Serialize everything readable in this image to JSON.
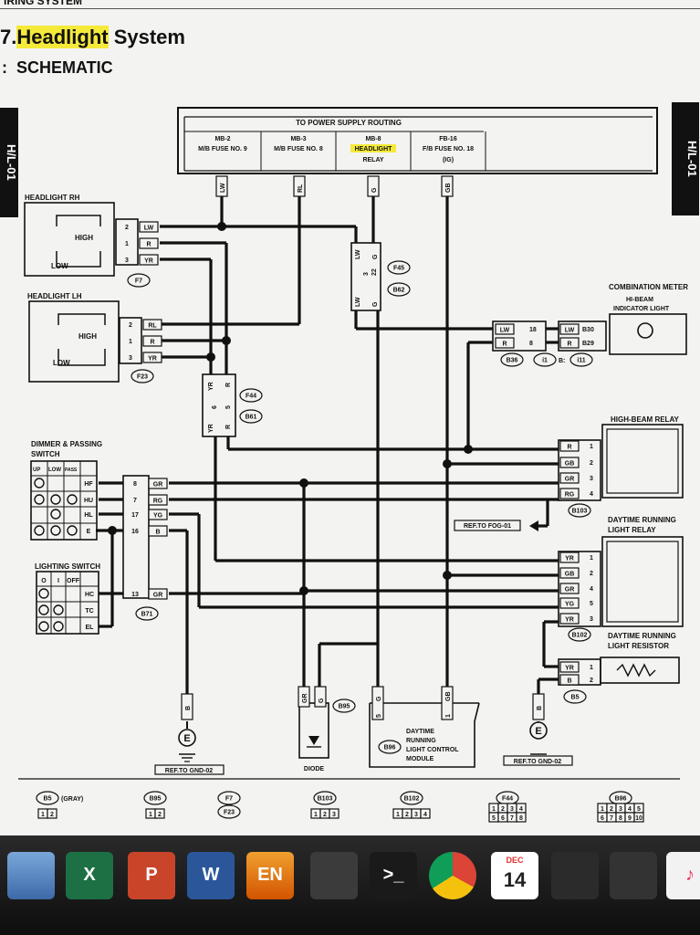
{
  "page": {
    "header_fragment": "IRING SYSTEM",
    "section_number": "7.",
    "title_highlight": "Headlight",
    "title_rest": " System",
    "subtitle_prefix": ":",
    "subtitle": "SCHEMATIC",
    "page_tab": "H/L-01"
  },
  "power": {
    "header": "TO POWER SUPPLY ROUTING",
    "fuses": [
      {
        "line1": "MB-2",
        "line2": "M/B FUSE NO. 9"
      },
      {
        "line1": "MB-3",
        "line2": "M/B FUSE NO. 8"
      },
      {
        "line1": "MB-8",
        "line2": "HEADLIGHT",
        "line3": "RELAY"
      },
      {
        "line1": "FB-16",
        "line2": "F/B FUSE NO. 18",
        "line3": "(IG)"
      }
    ],
    "wires": [
      "LW",
      "RL",
      "G",
      "GB"
    ]
  },
  "components": {
    "headlight_rh": "HEADLIGHT RH",
    "headlight_lh": "HEADLIGHT LH",
    "high": "HIGH",
    "low": "LOW",
    "dimmer": [
      "DIMMER & PASSING",
      "SWITCH"
    ],
    "dimmer_cols": [
      "UP",
      "LOW",
      "PASS"
    ],
    "dimmer_rows": [
      "HF",
      "HU",
      "HL",
      "E"
    ],
    "lighting": "LIGHTING SWITCH",
    "lighting_cols": [
      "O",
      "I",
      "OFF"
    ],
    "lighting_rows": [
      "HC",
      "TC",
      "EL"
    ],
    "meter": [
      "COMBINATION METER",
      "HI-BEAM",
      "INDICATOR LIGHT"
    ],
    "hb_relay": "HIGH-BEAM RELAY",
    "drl_relay": [
      "DAYTIME RUNNING",
      "LIGHT RELAY"
    ],
    "drl_resistor": [
      "DAYTIME RUNNING",
      "LIGHT RESISTOR"
    ],
    "drl_module": [
      "DAYTIME",
      "RUNNING",
      "LIGHT CONTROL",
      "MODULE"
    ],
    "diode": "DIODE",
    "ref_fog": "REF.TO FOG-01",
    "ref_gnd": "REF.TO GND-02",
    "ground": "E"
  },
  "connectors": {
    "rh_pins": [
      {
        "n": "2",
        "c": "LW"
      },
      {
        "n": "1",
        "c": "R"
      },
      {
        "n": "3",
        "c": "YR"
      }
    ],
    "lh_pins": [
      {
        "n": "2",
        "c": "RL"
      },
      {
        "n": "1",
        "c": "R"
      },
      {
        "n": "3",
        "c": "YR"
      }
    ],
    "f45": [
      "LW",
      "3",
      "LW",
      "22",
      "G",
      "G"
    ],
    "f44": [
      "YR",
      "6",
      "YR",
      "R",
      "5",
      "R"
    ],
    "meter_left": [
      {
        "n": "18",
        "c": "LW"
      },
      {
        "n": "8",
        "c": "R"
      }
    ],
    "meter_right": [
      {
        "n": "B30",
        "c": "LW"
      },
      {
        "n": "B29",
        "c": "R"
      }
    ],
    "dimmer_pins": [
      {
        "n": "8",
        "c": "GR"
      },
      {
        "n": "7",
        "c": "RG"
      },
      {
        "n": "17",
        "c": "YG"
      },
      {
        "n": "16",
        "c": "B"
      }
    ],
    "b71_pin": {
      "n": "13",
      "c": "GR"
    },
    "hb_pins": [
      {
        "n": "1",
        "c": "R"
      },
      {
        "n": "2",
        "c": "GB"
      },
      {
        "n": "3",
        "c": "GR"
      },
      {
        "n": "4",
        "c": "RG"
      }
    ],
    "drl_pins": [
      {
        "n": "1",
        "c": "YR"
      },
      {
        "n": "2",
        "c": "GB"
      },
      {
        "n": "4",
        "c": "GR"
      },
      {
        "n": "5",
        "c": "YG"
      },
      {
        "n": "3",
        "c": "YR"
      }
    ],
    "res_pins": [
      {
        "n": "1",
        "c": "YR"
      },
      {
        "n": "2",
        "c": "B"
      }
    ],
    "diode_wires": [
      "GR",
      "G"
    ],
    "module_wires": [
      {
        "n": "5",
        "c": "G"
      },
      {
        "n": "1",
        "c": "GB"
      }
    ],
    "gnd_wire": "B"
  },
  "labels": {
    "F7": "F7",
    "F23": "F23",
    "F45": "F45",
    "B62": "B62",
    "F44": "F44",
    "B61": "B61",
    "B36": "B36",
    "i1": "i1",
    "B_i11": "B:",
    "i11": "i11",
    "B103": "B103",
    "B102": "B102",
    "B71": "B71",
    "B95": "B95",
    "B96": "B96",
    "B5": "B5"
  },
  "bottom_connectors": [
    {
      "id": "B5",
      "note": "(GRAY)",
      "pins": [
        "1",
        "2"
      ]
    },
    {
      "id": "B95",
      "pins": [
        "1",
        "2"
      ]
    },
    {
      "id": "F7",
      "id2": "F23"
    },
    {
      "id": "B103",
      "pins": [
        "1",
        "2",
        "3"
      ]
    },
    {
      "id": "B102",
      "pins": [
        "1",
        "2",
        "3",
        "4"
      ]
    },
    {
      "id": "F44",
      "pins": [
        "1",
        "2",
        "3",
        "4",
        "5",
        "6",
        "7",
        "8"
      ]
    },
    {
      "id": "B96",
      "pins": [
        "1",
        "2",
        "3",
        "4",
        "5",
        "6",
        "7",
        "8",
        "9",
        "10"
      ]
    }
  ],
  "dock": {
    "apps": [
      {
        "name": "mail-app-icon",
        "label": ""
      },
      {
        "name": "excel-app-icon",
        "label": "X"
      },
      {
        "name": "powerpoint-app-icon",
        "label": "P"
      },
      {
        "name": "word-app-icon",
        "label": "W"
      },
      {
        "name": "dictionary-app-icon",
        "label": "EN"
      },
      {
        "name": "calculator-app-icon",
        "label": ""
      },
      {
        "name": "terminal-app-icon",
        "label": ">_"
      },
      {
        "name": "chrome-app-icon",
        "label": ""
      },
      {
        "name": "calendar-app-icon",
        "label": "14",
        "month": "DEC"
      },
      {
        "name": "gimp-app-icon",
        "label": ""
      },
      {
        "name": "photobooth-app-icon",
        "label": ""
      },
      {
        "name": "music-app-icon",
        "label": "♪"
      }
    ]
  }
}
